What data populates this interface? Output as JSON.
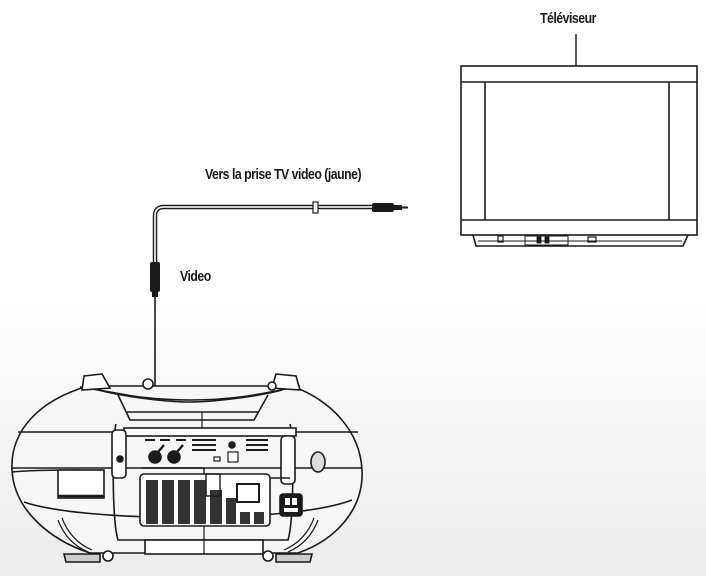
{
  "diagram": {
    "type": "connection-diagram",
    "labels": {
      "tv": "Téléviseur",
      "cable": "Vers la prise TV video (jaune)",
      "video_port": "Video"
    },
    "devices": [
      {
        "name": "television",
        "label_ref": "tv"
      },
      {
        "name": "portable-cd-player",
        "label_ref": "video_port"
      }
    ],
    "connections": [
      {
        "from": "portable-cd-player.video-out",
        "to": "television.video-in",
        "cable_color": "jaune"
      }
    ],
    "colors": {
      "line": "#1a1a1a",
      "background_top": "#ffffff",
      "background_bottom": "#ececec"
    }
  }
}
